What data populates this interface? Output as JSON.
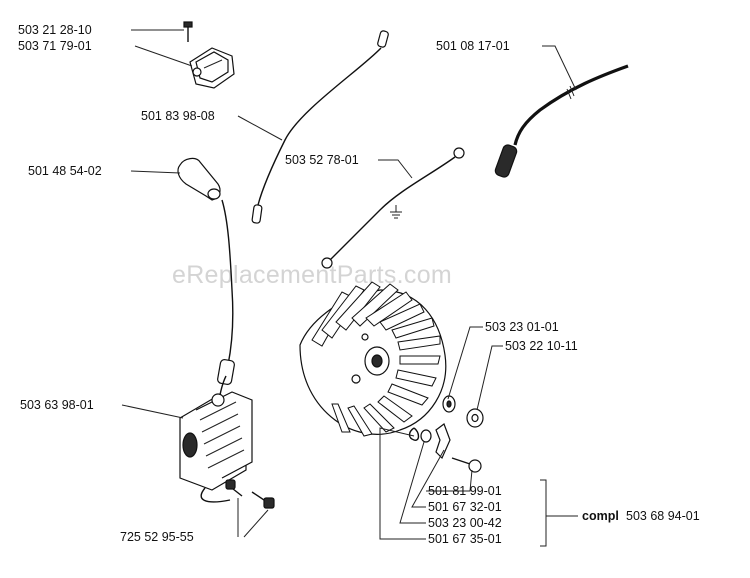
{
  "watermark": "eReplacementParts.com",
  "labels": {
    "p_503_21_28_10": "503 21 28-10",
    "p_503_71_79_01": "503 71 79-01",
    "p_501_83_98_08": "501 83 98-08",
    "p_501_08_17_01": "501 08 17-01",
    "p_501_48_54_02": "501 48 54-02",
    "p_503_52_78_01": "503 52 78-01",
    "p_503_23_01_01": "503 23 01-01",
    "p_503_22_10_11": "503 22 10-11",
    "p_503_63_98_01": "503 63 98-01",
    "p_501_81_99_01": "501 81 99-01",
    "p_501_67_32_01": "501 67 32-01",
    "p_503_23_00_42": "503 23 00-42",
    "p_501_67_35_01": "501 67 35-01",
    "p_725_52_95_55": "725 52 95-55",
    "compl_word": "compl",
    "compl_number": "503 68 94-01"
  }
}
